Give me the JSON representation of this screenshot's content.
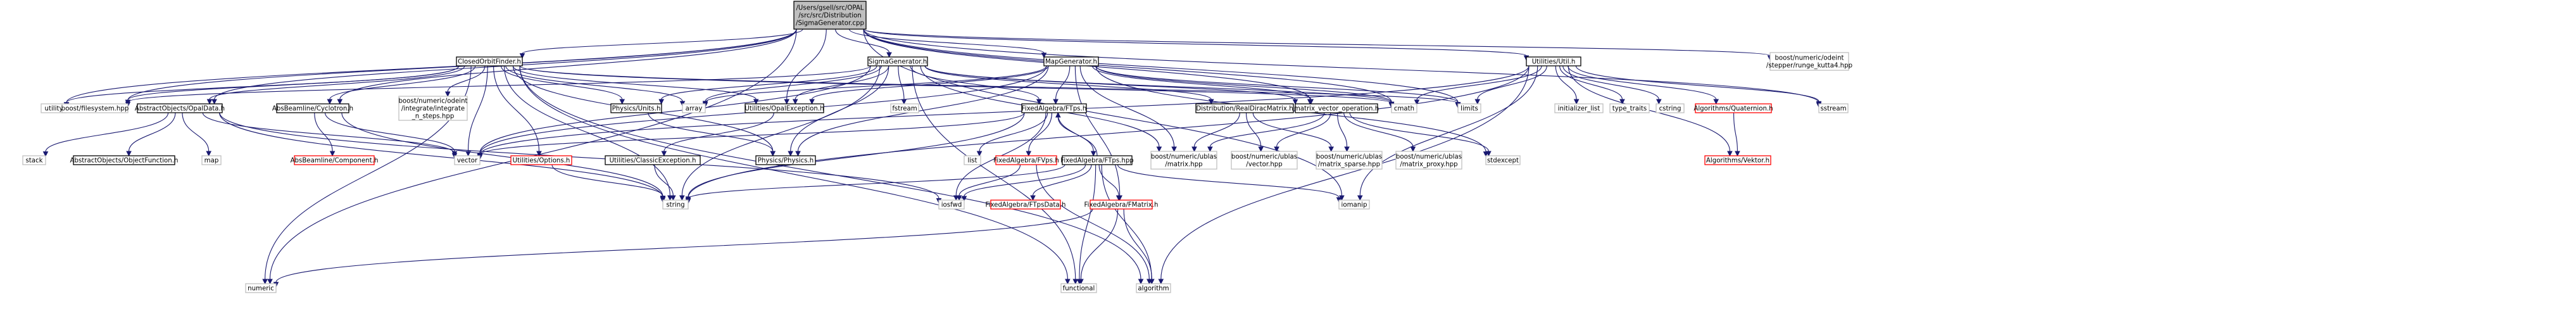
{
  "colors": {
    "root_fill": "#bfbfbf",
    "root_stroke": "#000000",
    "node_fill": "#ffffff",
    "node_stroke": "#000000",
    "external_stroke": "#bfbfbf",
    "missing_stroke": "#ff0000",
    "edge": "#191970",
    "background": "#ffffff"
  },
  "nodes": {
    "root": {
      "lines": [
        "/Users/gsell/src/OPAL",
        "/src/src/Distribution",
        "/SigmaGenerator.cpp"
      ],
      "kind": "root"
    },
    "ClosedOrbitFinder": {
      "lines": [
        "ClosedOrbitFinder.h"
      ],
      "kind": "internal"
    },
    "SigmaGeneratorH": {
      "lines": [
        "SigmaGenerator.h"
      ],
      "kind": "internal"
    },
    "MapGenerator": {
      "lines": [
        "MapGenerator.h"
      ],
      "kind": "internal"
    },
    "UtilH": {
      "lines": [
        "Utilities/Util.h"
      ],
      "kind": "internal"
    },
    "RungeKutta": {
      "lines": [
        "boost/numeric/odeint",
        "/stepper/runge_kutta4.hpp"
      ],
      "kind": "external"
    },
    "utility": {
      "lines": [
        "utility"
      ],
      "kind": "external"
    },
    "filesystem": {
      "lines": [
        "boost/filesystem.hpp"
      ],
      "kind": "external"
    },
    "OpalBeam": {
      "lines": [
        "AbstractObjects/OpalData.h"
      ],
      "kind": "internal"
    },
    "Cyclotron": {
      "lines": [
        "AbsBeamline/Cyclotron.h"
      ],
      "kind": "internal"
    },
    "Integrate": {
      "lines": [
        "boost/numeric/odeint",
        "/integrate/integrate",
        "_n_steps.hpp"
      ],
      "kind": "external"
    },
    "Units": {
      "lines": [
        "Physics/Units.h"
      ],
      "kind": "internal"
    },
    "array": {
      "lines": [
        "array"
      ],
      "kind": "external"
    },
    "OpalException": {
      "lines": [
        "Utilities/OpalException.h"
      ],
      "kind": "internal"
    },
    "fstream": {
      "lines": [
        "fstream"
      ],
      "kind": "external"
    },
    "FTps": {
      "lines": [
        "FixedAlgebra/FTps.h"
      ],
      "kind": "internal"
    },
    "RealDiracMatrix": {
      "lines": [
        "Distribution/RealDiracMatrix.h"
      ],
      "kind": "internal"
    },
    "MatrixVectorOp": {
      "lines": [
        "matrix_vector_operation.h"
      ],
      "kind": "internal"
    },
    "cmath": {
      "lines": [
        "cmath"
      ],
      "kind": "external"
    },
    "limits": {
      "lines": [
        "limits"
      ],
      "kind": "external"
    },
    "initializer_list": {
      "lines": [
        "initializer_list"
      ],
      "kind": "external"
    },
    "type_traits": {
      "lines": [
        "type_traits"
      ],
      "kind": "external"
    },
    "cstring": {
      "lines": [
        "cstring"
      ],
      "kind": "external"
    },
    "Quaternion": {
      "lines": [
        "Algorithms/Quaternion.h"
      ],
      "kind": "missing"
    },
    "sstream": {
      "lines": [
        "sstream"
      ],
      "kind": "external"
    },
    "stack": {
      "lines": [
        "stack"
      ],
      "kind": "external"
    },
    "ObjectFunction": {
      "lines": [
        "AbstractObjects/ObjectFunction.h"
      ],
      "kind": "internal"
    },
    "map": {
      "lines": [
        "map"
      ],
      "kind": "external"
    },
    "Component": {
      "lines": [
        "AbsBeamline/Component.h"
      ],
      "kind": "missing"
    },
    "vector": {
      "lines": [
        "vector"
      ],
      "kind": "external"
    },
    "Options": {
      "lines": [
        "Utilities/Options.h"
      ],
      "kind": "missing"
    },
    "ClassicException": {
      "lines": [
        "Utilities/ClassicException.h"
      ],
      "kind": "internal"
    },
    "Physics": {
      "lines": [
        "Physics/Physics.h"
      ],
      "kind": "internal"
    },
    "list": {
      "lines": [
        "list"
      ],
      "kind": "external"
    },
    "FVps": {
      "lines": [
        "FixedAlgebra/FVps.h"
      ],
      "kind": "missing"
    },
    "FTpsHpp": {
      "lines": [
        "FixedAlgebra/FTps.hpp"
      ],
      "kind": "internal"
    },
    "UblasMatrix": {
      "lines": [
        "boost/numeric/ublas",
        "/matrix.hpp"
      ],
      "kind": "external"
    },
    "UblasVector": {
      "lines": [
        "boost/numeric/ublas",
        "/vector.hpp"
      ],
      "kind": "external"
    },
    "UblasSparse": {
      "lines": [
        "boost/numeric/ublas",
        "/matrix_sparse.hpp"
      ],
      "kind": "external"
    },
    "UblasProxy": {
      "lines": [
        "boost/numeric/ublas",
        "/matrix_proxy.hpp"
      ],
      "kind": "external"
    },
    "stdexcept": {
      "lines": [
        "stdexcept"
      ],
      "kind": "external"
    },
    "Vektor": {
      "lines": [
        "Algorithms/Vektor.h"
      ],
      "kind": "missing"
    },
    "string": {
      "lines": [
        "string"
      ],
      "kind": "external"
    },
    "iosfwd": {
      "lines": [
        "iosfwd"
      ],
      "kind": "external"
    },
    "FTpsData": {
      "lines": [
        "FixedAlgebra/FTpsData.h"
      ],
      "kind": "missing"
    },
    "FMatrix": {
      "lines": [
        "FixedAlgebra/FMatrix.h"
      ],
      "kind": "missing"
    },
    "iomanip": {
      "lines": [
        "iomanip"
      ],
      "kind": "external"
    },
    "numeric": {
      "lines": [
        "numeric"
      ],
      "kind": "external"
    },
    "functional": {
      "lines": [
        "functional"
      ],
      "kind": "external"
    },
    "algorithm": {
      "lines": [
        "algorithm"
      ],
      "kind": "external"
    }
  },
  "edges": [
    [
      "root",
      "ClosedOrbitFinder"
    ],
    [
      "root",
      "SigmaGeneratorH"
    ],
    [
      "root",
      "MapGenerator"
    ],
    [
      "root",
      "UtilH"
    ],
    [
      "root",
      "RungeKutta"
    ],
    [
      "root",
      "utility"
    ],
    [
      "root",
      "filesystem"
    ],
    [
      "root",
      "OpalBeam"
    ],
    [
      "root",
      "Cyclotron"
    ],
    [
      "root",
      "OpalException"
    ],
    [
      "root",
      "cmath"
    ],
    [
      "root",
      "limits"
    ],
    [
      "root",
      "sstream"
    ],
    [
      "root",
      "numeric"
    ],
    [
      "root",
      "iomanip"
    ],
    [
      "root",
      "MatrixVectorOp"
    ],
    [
      "ClosedOrbitFinder",
      "utility"
    ],
    [
      "ClosedOrbitFinder",
      "filesystem"
    ],
    [
      "ClosedOrbitFinder",
      "OpalBeam"
    ],
    [
      "ClosedOrbitFinder",
      "Cyclotron"
    ],
    [
      "ClosedOrbitFinder",
      "Integrate"
    ],
    [
      "ClosedOrbitFinder",
      "Units"
    ],
    [
      "ClosedOrbitFinder",
      "array"
    ],
    [
      "ClosedOrbitFinder",
      "OpalException"
    ],
    [
      "ClosedOrbitFinder",
      "cmath"
    ],
    [
      "ClosedOrbitFinder",
      "limits"
    ],
    [
      "ClosedOrbitFinder",
      "vector"
    ],
    [
      "ClosedOrbitFinder",
      "Options"
    ],
    [
      "ClosedOrbitFinder",
      "Physics"
    ],
    [
      "ClosedOrbitFinder",
      "string"
    ],
    [
      "ClosedOrbitFinder",
      "numeric"
    ],
    [
      "ClosedOrbitFinder",
      "functional"
    ],
    [
      "ClosedOrbitFinder",
      "algorithm"
    ],
    [
      "SigmaGeneratorH",
      "filesystem"
    ],
    [
      "SigmaGeneratorH",
      "array"
    ],
    [
      "SigmaGeneratorH",
      "Units"
    ],
    [
      "SigmaGeneratorH",
      "OpalException"
    ],
    [
      "SigmaGeneratorH",
      "fstream"
    ],
    [
      "SigmaGeneratorH",
      "FTps"
    ],
    [
      "SigmaGeneratorH",
      "RealDiracMatrix"
    ],
    [
      "SigmaGeneratorH",
      "MatrixVectorOp"
    ],
    [
      "SigmaGeneratorH",
      "cmath"
    ],
    [
      "SigmaGeneratorH",
      "vector"
    ],
    [
      "SigmaGeneratorH",
      "Physics"
    ],
    [
      "SigmaGeneratorH",
      "string"
    ],
    [
      "SigmaGeneratorH",
      "functional"
    ],
    [
      "SigmaGeneratorH",
      "UblasMatrix"
    ],
    [
      "MapGenerator",
      "FTps"
    ],
    [
      "MapGenerator",
      "MatrixVectorOp"
    ],
    [
      "MapGenerator",
      "UblasMatrix"
    ],
    [
      "MapGenerator",
      "cmath"
    ],
    [
      "MapGenerator",
      "limits"
    ],
    [
      "MapGenerator",
      "OpalException"
    ],
    [
      "MapGenerator",
      "Physics"
    ],
    [
      "MapGenerator",
      "vector"
    ],
    [
      "MapGenerator",
      "FMatrix"
    ],
    [
      "MapGenerator",
      "array"
    ],
    [
      "MapGenerator",
      "stdexcept"
    ],
    [
      "UtilH",
      "cmath"
    ],
    [
      "UtilH",
      "limits"
    ],
    [
      "UtilH",
      "initializer_list"
    ],
    [
      "UtilH",
      "type_traits"
    ],
    [
      "UtilH",
      "cstring"
    ],
    [
      "UtilH",
      "Quaternion"
    ],
    [
      "UtilH",
      "sstream"
    ],
    [
      "UtilH",
      "Vektor"
    ],
    [
      "UtilH",
      "string"
    ],
    [
      "UtilH",
      "vector"
    ],
    [
      "UtilH",
      "algorithm"
    ],
    [
      "UtilH",
      "iomanip"
    ],
    [
      "OpalBeam",
      "stack"
    ],
    [
      "OpalBeam",
      "ObjectFunction"
    ],
    [
      "OpalBeam",
      "map"
    ],
    [
      "OpalBeam",
      "vector"
    ],
    [
      "OpalBeam",
      "string"
    ],
    [
      "OpalBeam",
      "iosfwd"
    ],
    [
      "Cyclotron",
      "Component"
    ],
    [
      "Cyclotron",
      "vector"
    ],
    [
      "Cyclotron",
      "string"
    ],
    [
      "Units",
      "Physics"
    ],
    [
      "OpalException",
      "ClassicException"
    ],
    [
      "ClassicException",
      "string"
    ],
    [
      "Options",
      "string"
    ],
    [
      "FTps",
      "list"
    ],
    [
      "FTps",
      "FVps"
    ],
    [
      "FTps",
      "FTpsHpp"
    ],
    [
      "FTps",
      "iosfwd"
    ],
    [
      "FTps",
      "string"
    ],
    [
      "FTps",
      "vector"
    ],
    [
      "FTpsHpp",
      "FTps"
    ],
    [
      "FTpsHpp",
      "FTpsData"
    ],
    [
      "FTpsHpp",
      "FMatrix"
    ],
    [
      "FTpsHpp",
      "functional"
    ],
    [
      "FTpsHpp",
      "algorithm"
    ],
    [
      "FTpsHpp",
      "iomanip"
    ],
    [
      "FTpsHpp",
      "string"
    ],
    [
      "FTpsHpp",
      "iosfwd"
    ],
    [
      "FVps",
      "iosfwd"
    ],
    [
      "FVps",
      "algorithm"
    ],
    [
      "FMatrix",
      "functional"
    ],
    [
      "FMatrix",
      "algorithm"
    ],
    [
      "FMatrix",
      "numeric"
    ],
    [
      "RealDiracMatrix",
      "UblasMatrix"
    ],
    [
      "RealDiracMatrix",
      "UblasVector"
    ],
    [
      "RealDiracMatrix",
      "UblasSparse"
    ],
    [
      "MatrixVectorOp",
      "UblasMatrix"
    ],
    [
      "MatrixVectorOp",
      "UblasVector"
    ],
    [
      "MatrixVectorOp",
      "UblasSparse"
    ],
    [
      "MatrixVectorOp",
      "UblasProxy"
    ],
    [
      "MatrixVectorOp",
      "stdexcept"
    ],
    [
      "Quaternion",
      "Vektor"
    ]
  ]
}
